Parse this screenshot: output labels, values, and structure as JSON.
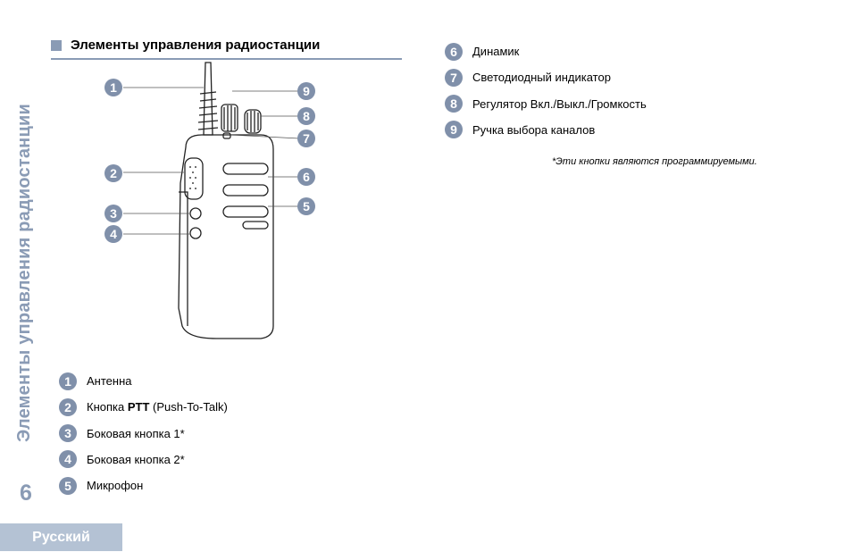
{
  "sidebar": {
    "title": "Элементы управления радиостанции",
    "page_number": "6",
    "language_tab": "Русский"
  },
  "section": {
    "heading": "Элементы управления радиостанции"
  },
  "legend_left": [
    {
      "number": "1",
      "label": "Антенна"
    },
    {
      "number": "2",
      "label_prefix": "Кнопка ",
      "label_bold": "PTT",
      "label_suffix": " (Push-To-Talk)"
    },
    {
      "number": "3",
      "label": "Боковая кнопка 1*"
    },
    {
      "number": "4",
      "label": "Боковая кнопка 2*"
    },
    {
      "number": "5",
      "label": "Микрофон"
    }
  ],
  "legend_right": [
    {
      "number": "6",
      "label": "Динамик"
    },
    {
      "number": "7",
      "label": "Светодиодный индикатор"
    },
    {
      "number": "8",
      "label": "Регулятор Вкл./Выкл./Громкость"
    },
    {
      "number": "9",
      "label": "Ручка выбора каналов"
    }
  ],
  "footnote": "*Эти кнопки являются программируемыми.",
  "diagram_callouts": [
    "1",
    "2",
    "3",
    "4",
    "9",
    "8",
    "7",
    "6",
    "5"
  ],
  "colors": {
    "accent": "#8a9bb5",
    "badge": "#8090aa",
    "tab": "#b4c2d4"
  }
}
